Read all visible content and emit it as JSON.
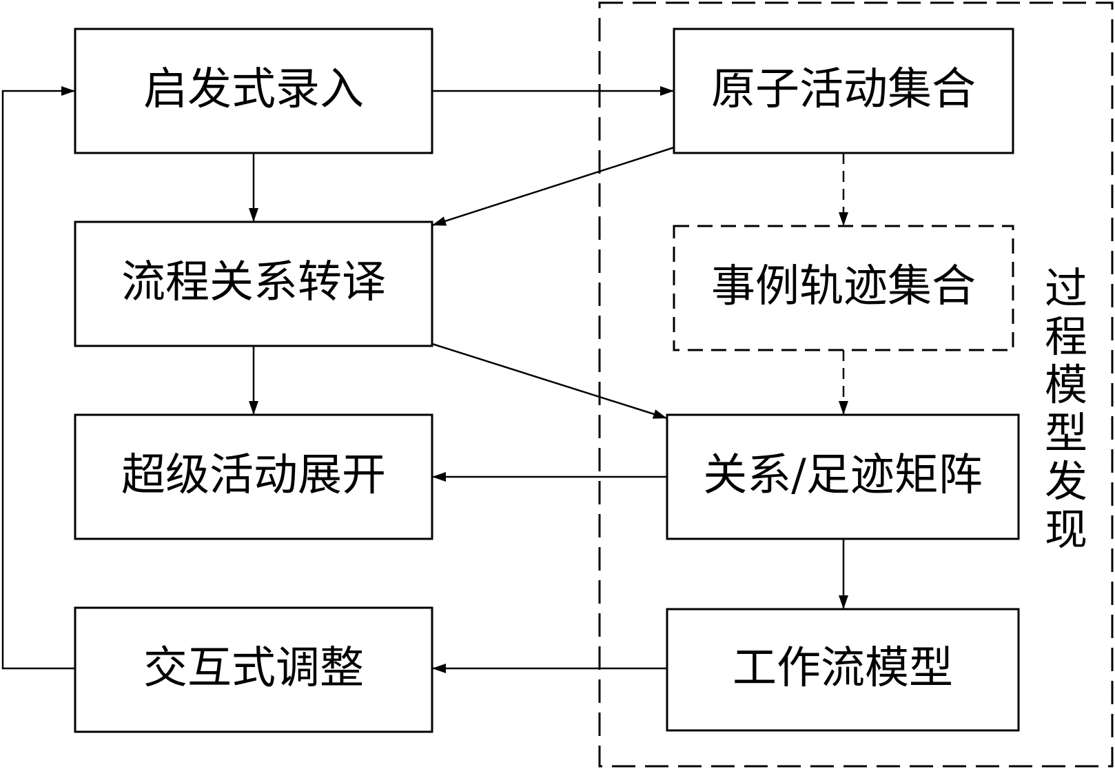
{
  "diagram": {
    "nodes": {
      "heuristic_input": "启发式录入",
      "atomic_activity_set": "原子活动集合",
      "process_relation_translation": "流程关系转译",
      "case_trace_set": "事例轨迹集合",
      "super_activity_expansion": "超级活动展开",
      "relation_footprint_matrix": "关系/足迹矩阵",
      "interactive_adjustment": "交互式调整",
      "workflow_model": "工作流模型"
    },
    "region_label": "过程模型发现",
    "edges": [
      {
        "from": "heuristic_input",
        "to": "atomic_activity_set",
        "style": "solid"
      },
      {
        "from": "heuristic_input",
        "to": "process_relation_translation",
        "style": "solid"
      },
      {
        "from": "atomic_activity_set",
        "to": "process_relation_translation",
        "style": "solid"
      },
      {
        "from": "atomic_activity_set",
        "to": "case_trace_set",
        "style": "dashed"
      },
      {
        "from": "case_trace_set",
        "to": "relation_footprint_matrix",
        "style": "dashed"
      },
      {
        "from": "process_relation_translation",
        "to": "super_activity_expansion",
        "style": "solid"
      },
      {
        "from": "process_relation_translation",
        "to": "relation_footprint_matrix",
        "style": "solid"
      },
      {
        "from": "relation_footprint_matrix",
        "to": "super_activity_expansion",
        "style": "solid"
      },
      {
        "from": "relation_footprint_matrix",
        "to": "workflow_model",
        "style": "solid"
      },
      {
        "from": "workflow_model",
        "to": "interactive_adjustment",
        "style": "solid"
      },
      {
        "from": "interactive_adjustment",
        "to": "heuristic_input",
        "style": "solid"
      }
    ]
  }
}
